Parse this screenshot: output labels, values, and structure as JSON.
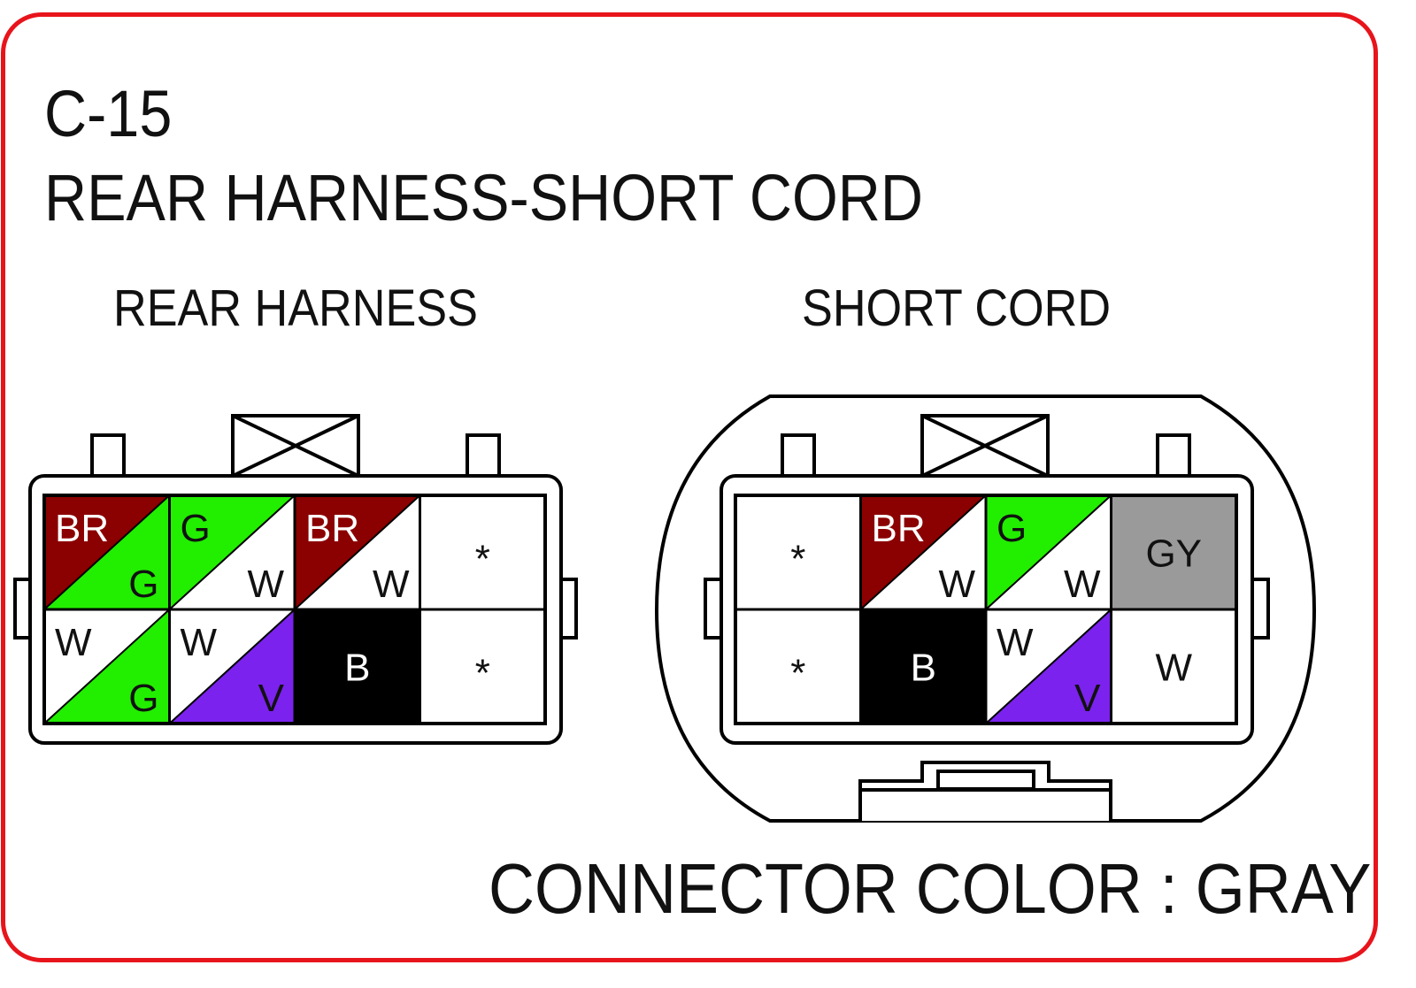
{
  "connector": {
    "code": "C-15",
    "title": "REAR HARNESS-SHORT CORD",
    "footer": "CONNECTOR COLOR : GRAY"
  },
  "colors": {
    "frame": "#e8141b",
    "BR": "#8b0000",
    "G": "#22ee00",
    "V": "#7b22ee",
    "B": "#000000",
    "GY": "#9a9a9a",
    "W": "#ffffff"
  },
  "connectors": [
    {
      "label": "REAR HARNESS",
      "cells": [
        {
          "primary": "BR",
          "secondary": "G"
        },
        {
          "primary": "G",
          "secondary": "W"
        },
        {
          "primary": "BR",
          "secondary": "W"
        },
        {
          "empty": true,
          "symbol": "*"
        },
        {
          "primary": "W",
          "secondary": "G"
        },
        {
          "primary": "W",
          "secondary": "V"
        },
        {
          "primary": "B"
        },
        {
          "empty": true,
          "symbol": "*"
        }
      ]
    },
    {
      "label": "SHORT CORD",
      "cells": [
        {
          "empty": true,
          "symbol": "*"
        },
        {
          "primary": "BR",
          "secondary": "W"
        },
        {
          "primary": "G",
          "secondary": "W"
        },
        {
          "primary": "GY"
        },
        {
          "empty": true,
          "symbol": "*"
        },
        {
          "primary": "B"
        },
        {
          "primary": "W",
          "secondary": "V"
        },
        {
          "primary": "W"
        }
      ]
    }
  ]
}
